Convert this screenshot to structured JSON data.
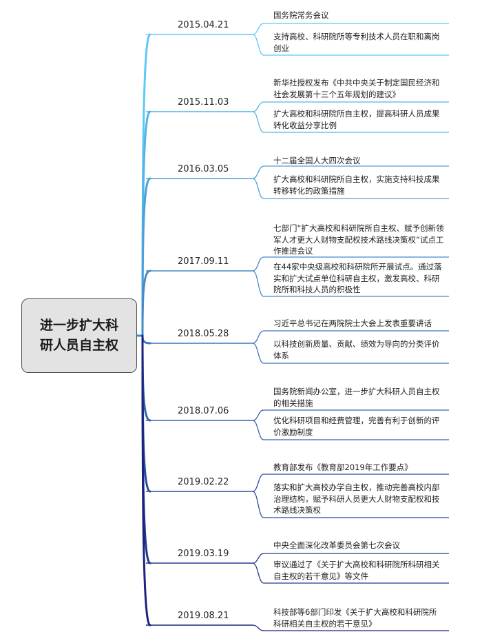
{
  "root": {
    "title": "进一步扩大科研人员自主权"
  },
  "events": [
    {
      "date": "2015.04.21",
      "lines": [
        [
          "国务院常务会议"
        ],
        [
          "支持高校、科研院所等专利技术人员在职和离岗",
          "创业"
        ]
      ]
    },
    {
      "date": "2015.11.03",
      "lines": [
        [
          "新华社授权发布《中共中央关于制定国民经济和",
          "社会发展第十三个五年规划的建议》"
        ],
        [
          "扩大高校和科研院所自主权，提高科研人员成果",
          "转化收益分享比例"
        ]
      ]
    },
    {
      "date": "2016.03.05",
      "lines": [
        [
          "十二届全国人大四次会议"
        ],
        [
          "扩大高校和科研院所自主权，实施支持科技成果",
          "转移转化的政策措施"
        ]
      ]
    },
    {
      "date": "2017.09.11",
      "lines": [
        [
          "七部门“扩大高校和科研院所自主权、赋予创新领",
          "军人才更大人财物支配权技术路线决策权”试点工",
          "作推进会议"
        ],
        [
          "在44家中央级高校和科研院所开展试点。通过落",
          "实和扩大试点单位科研自主权，激发高校、科研",
          "院所和科技人员的积极性"
        ]
      ]
    },
    {
      "date": "2018.05.28",
      "lines": [
        [
          "习近平总书记在两院院士大会上发表重要讲话"
        ],
        [
          "以科技创新质量、贡献、绩效为导向的分类评价",
          "体系"
        ]
      ]
    },
    {
      "date": "2018.07.06",
      "lines": [
        [
          "国务院新闻办公室，进一步扩大科研人员自主权",
          "的相关措施"
        ],
        [
          "优化科研项目和经费管理，完善有利于创新的评",
          "价激励制度"
        ]
      ]
    },
    {
      "date": "2019.02.22",
      "lines": [
        [
          "教育部发布《教育部2019年工作要点》"
        ],
        [
          "落实和扩大高校办学自主权，推动完善高校内部",
          "治理结构，赋予科研人员更大人财物支配权和技",
          "术路线决策权"
        ]
      ]
    },
    {
      "date": "2019.03.19",
      "lines": [
        [
          "中央全面深化改革委员会第七次会议"
        ],
        [
          "审议通过了《关于扩大高校和科研院所科研相关",
          "自主权的若干意见》等文件"
        ]
      ]
    },
    {
      "date": "2019.08.21",
      "lines": [
        [
          "科技部等6部门印发《关于扩大高校和科研院所",
          "科研相关自主权的若干意见》"
        ]
      ]
    }
  ],
  "colors": {
    "line_top": "#5ec8f5",
    "line_bottom": "#1a237e",
    "trunk": "#2f8ae5",
    "root_fill": "#e3e3e3",
    "root_border": "#4a4f57"
  }
}
